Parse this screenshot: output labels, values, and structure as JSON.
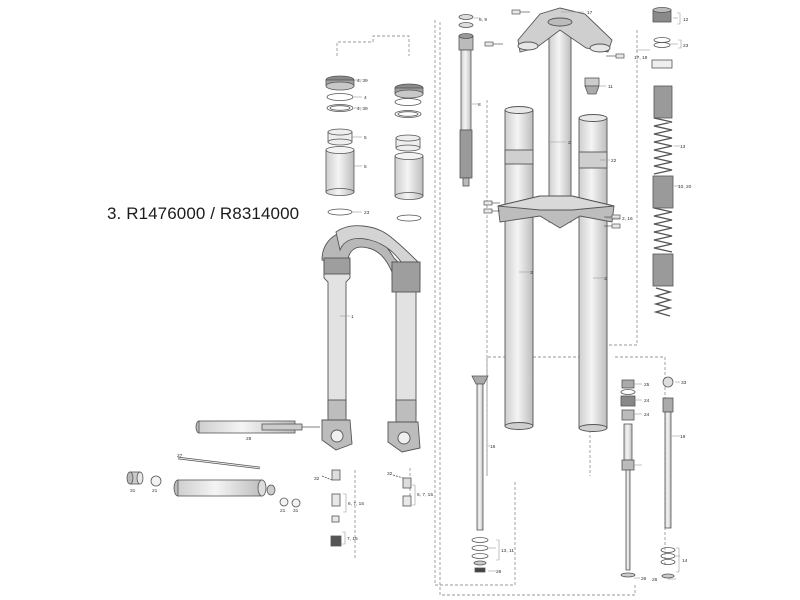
{
  "diagram": {
    "title": "3. R1476000 / R8314000",
    "colors": {
      "line": "#555555",
      "part_fill": "#e6e6e6",
      "shade": "#c8c8c8",
      "dark": "#6e6e6e",
      "leader": "#9a9a9a"
    },
    "callouts": {
      "c6_9": "6, 9",
      "c17_top": "17",
      "c12": "12",
      "c23_top": "23",
      "c8": "8",
      "c17_18": "17, 18",
      "c11": "11",
      "c4_39_left": "4, 39",
      "c4_left": "4",
      "c4_39_left2": "4, 39",
      "c5_left": "5",
      "c5_left2": "5",
      "c23_left": "23",
      "c2": "2",
      "c22": "22",
      "c13": "13",
      "c10_20": "10, 20",
      "c2_16": "2, 16",
      "c1": "1",
      "c3_left": "3",
      "c3_right": "3",
      "c28": "28",
      "c27": "27",
      "c31_a": "31",
      "c21_a": "21",
      "c21_b": "21",
      "c31_b": "31",
      "c32_a": "32",
      "c32_b": "32",
      "c6_7_15a": "6, 7, 15",
      "c6_7_15b": "6, 7, 15",
      "c7_15": "7, 15",
      "c18": "18",
      "c25": "25",
      "c24_a": "24",
      "c24_b": "24",
      "c33": "33",
      "c19": "19",
      "c13_11": "13, 11",
      "c26_a": "26",
      "c26_b": "26",
      "c26_c": "26",
      "c14": "14"
    }
  }
}
